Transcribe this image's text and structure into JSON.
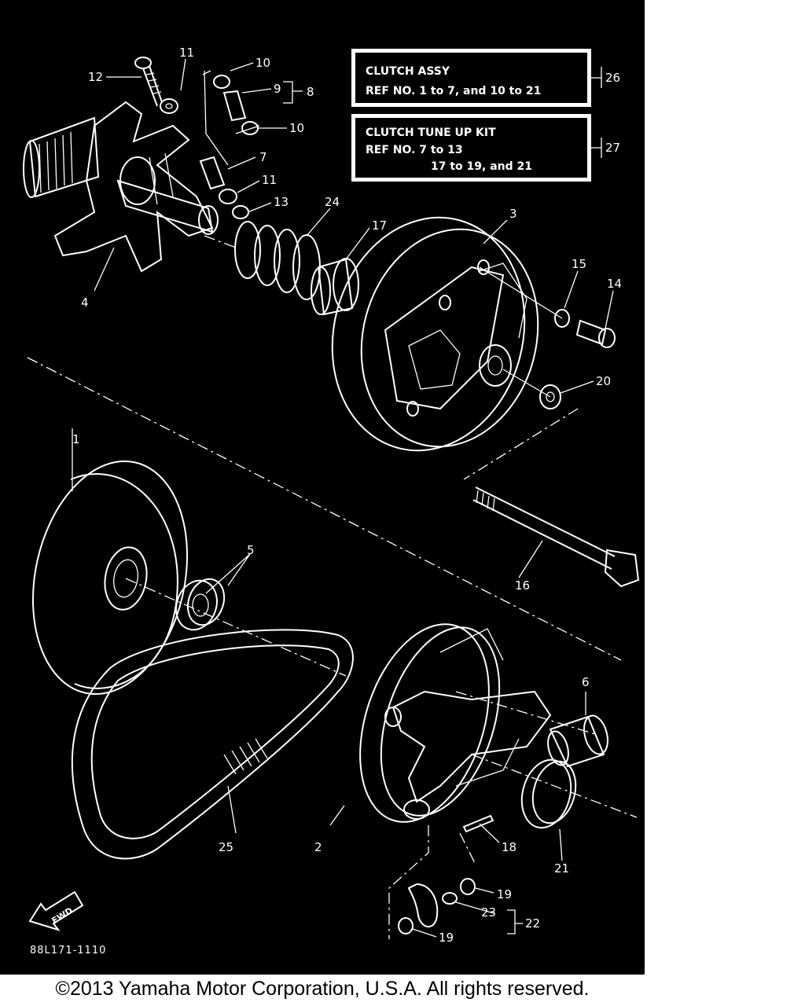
{
  "kit_boxes": {
    "clutch_assy": {
      "line1": "CLUTCH ASSY",
      "line2": "REF NO. 1 to 7, and 10 to 21",
      "ref": "26"
    },
    "tune_up_kit": {
      "line1": "CLUTCH TUNE UP KIT",
      "line2": "REF NO. 7 to 13",
      "line3": "17 to 19, and 21",
      "ref": "27"
    }
  },
  "callouts": {
    "n1": "1",
    "n2": "2",
    "n3": "3",
    "n4": "4",
    "n5": "5",
    "n6": "6",
    "n7": "7",
    "n8": "8",
    "n9": "9",
    "n10a": "10",
    "n10b": "10",
    "n11a": "11",
    "n11b": "11",
    "n12": "12",
    "n13": "13",
    "n14": "14",
    "n15": "15",
    "n16": "16",
    "n17": "17",
    "n18": "18",
    "n19a": "19",
    "n19b": "19",
    "n20": "20",
    "n21": "21",
    "n22": "22",
    "n23": "23",
    "n24": "24",
    "n25": "25"
  },
  "forward_badge": "FWD",
  "diagram_code": "88L171-1110",
  "copyright": "©2013 Yamaha Motor Corporation, U.S.A. All rights reserved."
}
